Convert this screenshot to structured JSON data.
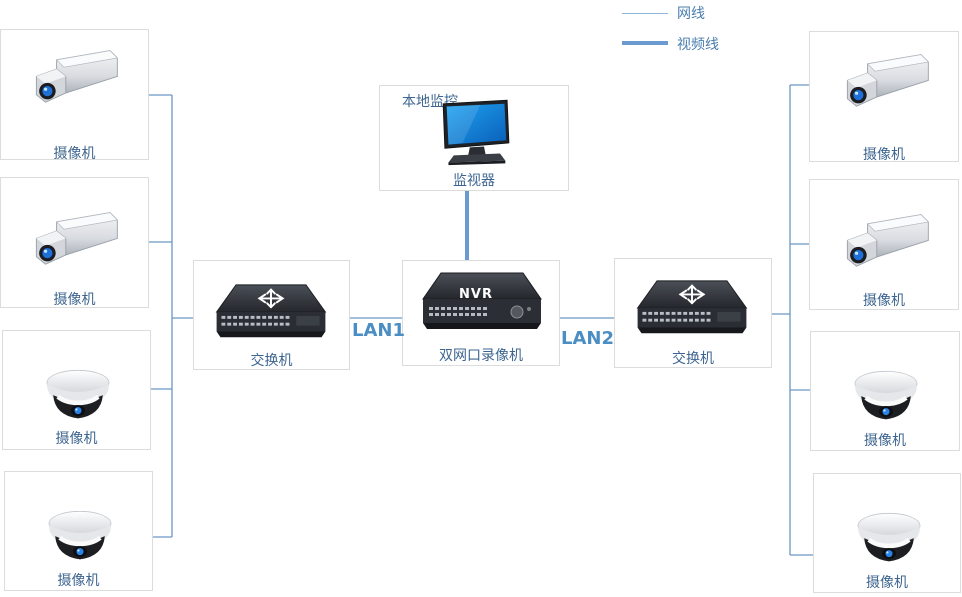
{
  "legend": {
    "network": "网线",
    "video": "视频线"
  },
  "colors": {
    "network_line": "#6a97c5",
    "video_line": "#6a9ad0",
    "lan_text": "#4a8ec4",
    "box_border": "#dcdcdc"
  },
  "left_cameras": [
    "摄像机",
    "摄像机",
    "摄像机",
    "摄像机"
  ],
  "right_cameras": [
    "摄像机",
    "摄像机",
    "摄像机",
    "摄像机"
  ],
  "switch_left": {
    "label": "交换机"
  },
  "switch_right": {
    "label": "交换机"
  },
  "nvr": {
    "label": "双网口录像机",
    "badge": "NVR"
  },
  "monitor": {
    "title": "本地监控",
    "label": "监视器"
  },
  "links": {
    "lan1": "LAN1",
    "lan2": "LAN2"
  },
  "icons": {
    "bullet_camera": "bullet-camera-icon",
    "dome_camera": "dome-camera-icon",
    "switch": "network-switch-icon",
    "nvr": "nvr-recorder-icon",
    "monitor": "monitor-icon"
  }
}
